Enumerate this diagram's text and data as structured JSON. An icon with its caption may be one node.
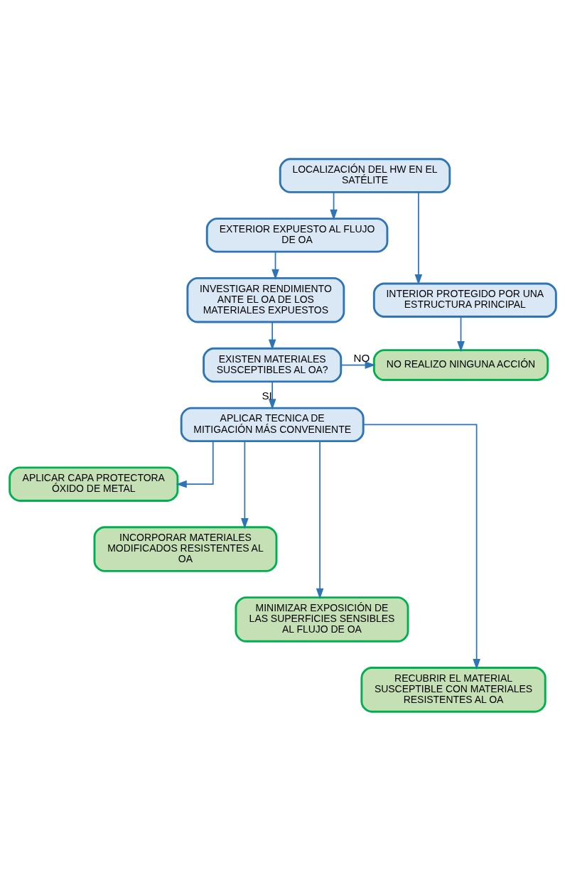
{
  "diagram": {
    "nodes": [
      {
        "text": [
          "LOCALIZACIÓN DEL HW EN EL SATÉLITE"
        ]
      },
      {
        "text": [
          "INTERIOR PROTEGIDO POR UNA ESTRUCTURA PRINCIPAL"
        ]
      },
      {
        "text": [
          "EXTERIOR EXPUESTO AL FLUJO DE OA"
        ]
      },
      {
        "text": [
          "INVESTIGAR RENDIMIENTO ANTE EL OA DE LOS MATERIALES EXPUESTOS"
        ]
      },
      {
        "text": [
          "NO REALIZO NINGUNA ACCIÓN"
        ]
      },
      {
        "text": [
          "EXISTEN MATERIALES SUSCEPTIBLES AL OA?"
        ]
      },
      {
        "text": [
          "APLICAR TECNICA DE MITIGACIÓN MÁS CONVENIENTE"
        ]
      },
      {
        "text": [
          "APLICAR CAPA PROTECTORA ÓXIDO DE METAL"
        ]
      },
      {
        "text": [
          "INCORPORAR MATERIALES MODIFICADOS RESISTENTES AL OA"
        ]
      },
      {
        "text": [
          "MINIMIZAR EXPOSICIÓN DE LAS SUPERFICIES SENSIBLES AL FLUJO DE OA"
        ]
      },
      {
        "text": [
          "RECUBRIR EL MATERIAL SUSCEPTIBLE CON MATERIALES RESISTENTES AL OA"
        ]
      }
    ],
    "edges": [
      {
        "from": 0,
        "to": 1,
        "arrow": "to"
      },
      {
        "from": 0,
        "to": 2,
        "arrow": "to"
      },
      {
        "from": 2,
        "to": 3,
        "arrow": "to"
      },
      {
        "from": 1,
        "to": 4,
        "arrow": "to"
      },
      {
        "from": 3,
        "to": 5,
        "arrow": "to"
      },
      {
        "from": 5,
        "to": 4,
        "arrow": "to",
        "label": "NO"
      },
      {
        "from": 5,
        "to": 6,
        "arrow": "to",
        "label": "SI"
      },
      {
        "from": 6,
        "to": 7,
        "arrow": "to"
      },
      {
        "from": 6,
        "to": 8,
        "arrow": "to"
      },
      {
        "from": 6,
        "to": 9,
        "arrow": "to"
      },
      {
        "from": 6,
        "to": 10,
        "arrow": "to"
      }
    ]
  }
}
